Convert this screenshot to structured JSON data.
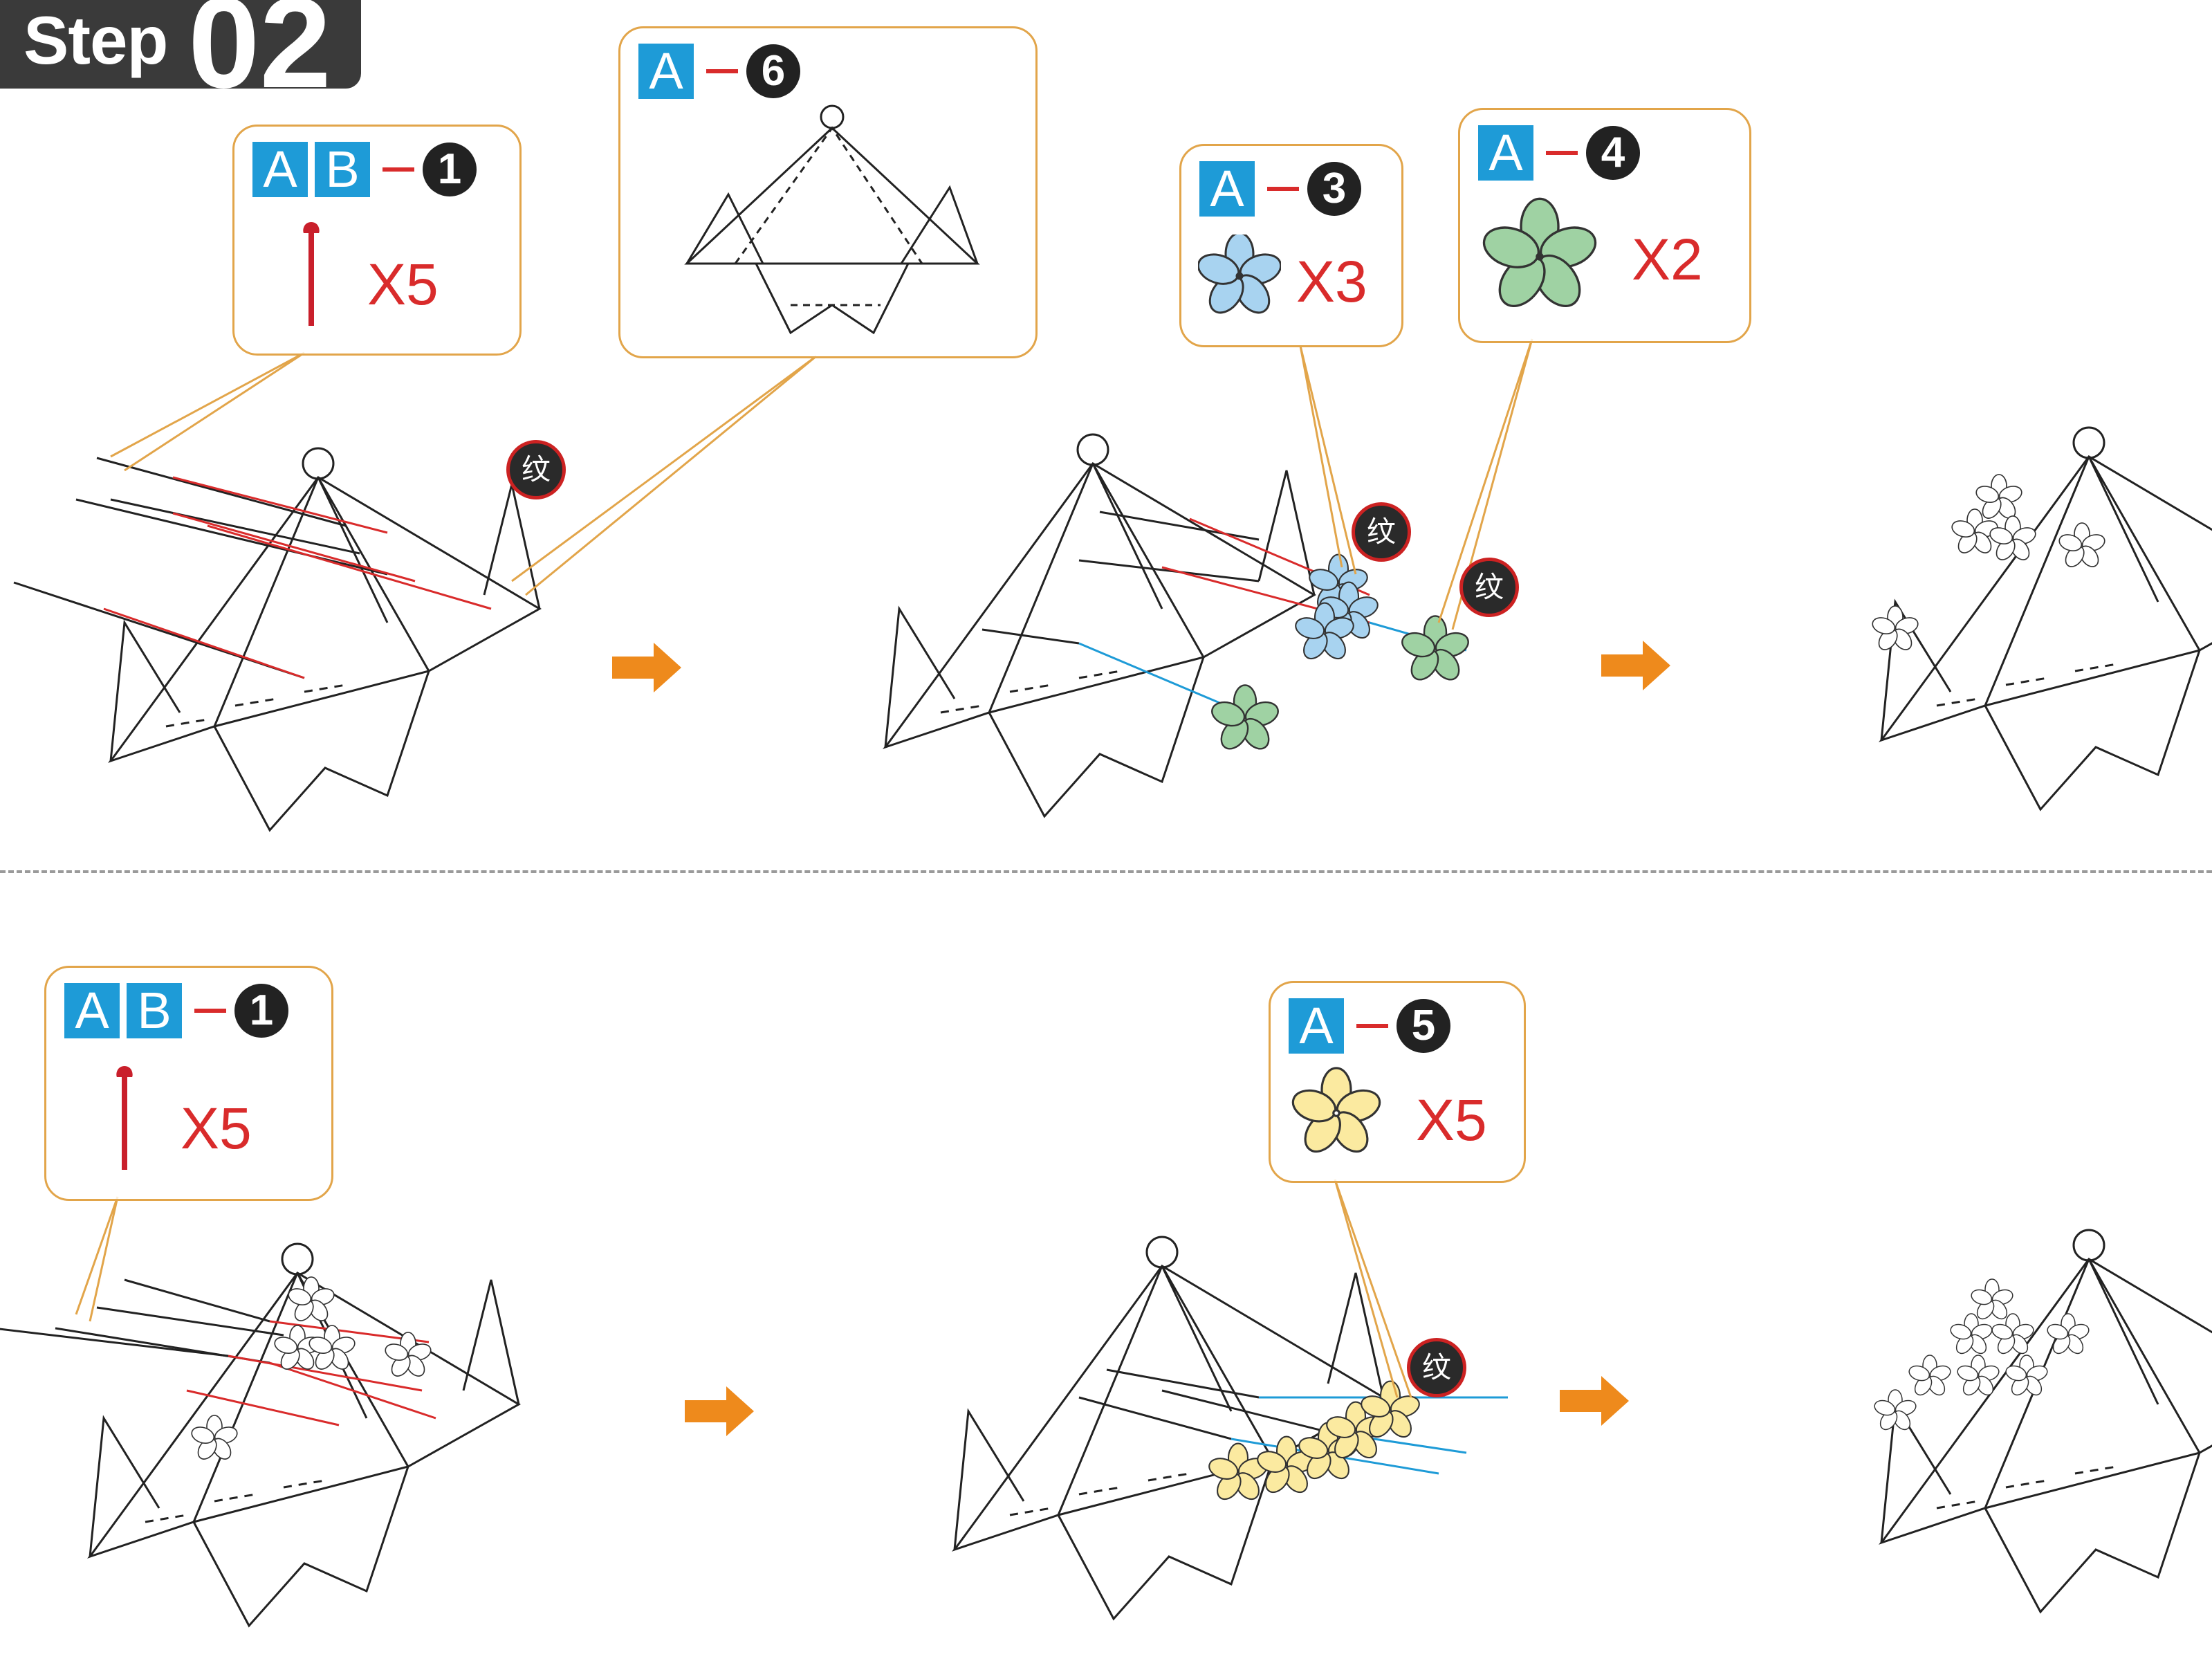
{
  "header": {
    "step_label": "Step",
    "step_number": "02"
  },
  "top_row": {
    "callout_ab1": {
      "tags": [
        "A",
        "B"
      ],
      "number": "1",
      "quantity": "X5"
    },
    "callout_a6": {
      "tags": [
        "A"
      ],
      "number": "6"
    },
    "callout_a3": {
      "tags": [
        "A"
      ],
      "number": "3",
      "quantity": "X3"
    },
    "callout_a4": {
      "tags": [
        "A"
      ],
      "number": "4",
      "quantity": "X2"
    }
  },
  "bottom_row": {
    "callout_ab1": {
      "tags": [
        "A",
        "B"
      ],
      "number": "1",
      "quantity": "X5"
    },
    "callout_a5": {
      "tags": [
        "A"
      ],
      "number": "5",
      "quantity": "X5"
    }
  },
  "texture_marker": "纹",
  "colors": {
    "badge_bg": "#3a3a3a",
    "tag_blue": "#1e9bd7",
    "accent_red": "#d92b2b",
    "callout_border": "#e2a54a",
    "arrow_orange": "#ee8a1c",
    "flower_blue": "#a8d3f0",
    "flower_green": "#9fd2a3",
    "flower_yellow": "#fbeaa0"
  },
  "icons": [
    "pin-icon",
    "flower-blue-icon",
    "flower-green-icon",
    "flower-yellow-icon",
    "next-step-arrow-icon"
  ]
}
